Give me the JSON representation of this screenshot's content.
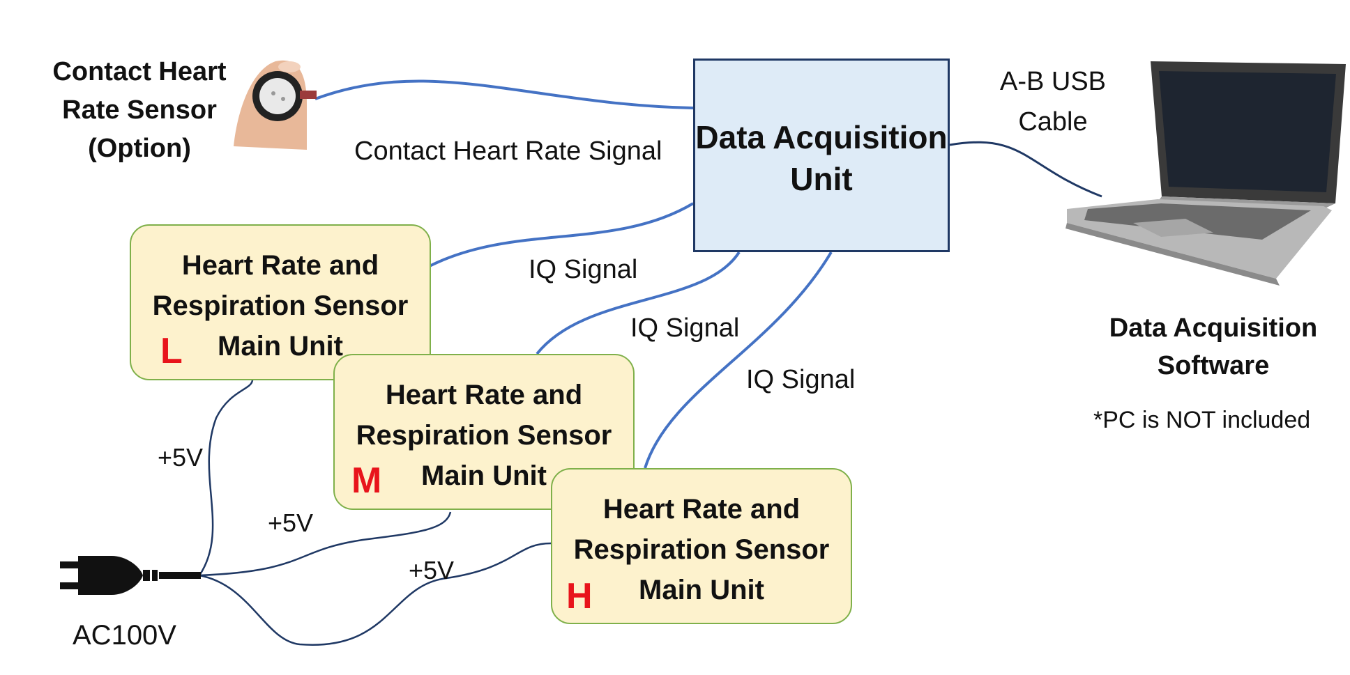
{
  "sensor": {
    "label": "Contact Heart\nRate Sensor\n(Option)",
    "signal_label": "Contact Heart Rate Signal"
  },
  "dau": {
    "label": "Data Acquisition\nUnit"
  },
  "usb": {
    "label": "A-B USB\nCable"
  },
  "software": {
    "label": "Data  Acquisition\nSoftware",
    "note": "*PC is NOT included"
  },
  "units": [
    {
      "title": "Heart Rate and\nRespiration Sensor\nMain Unit",
      "letter": "L",
      "iq_label": "IQ Signal",
      "power_label": "+5V"
    },
    {
      "title": "Heart Rate and\nRespiration Sensor\nMain Unit",
      "letter": "M",
      "iq_label": "IQ Signal",
      "power_label": "+5V"
    },
    {
      "title": "Heart Rate and\nRespiration Sensor\nMain Unit",
      "letter": "H",
      "iq_label": "IQ Signal",
      "power_label": "+5V"
    }
  ],
  "power": {
    "label": "AC100V"
  },
  "colors": {
    "signal_wire": "#4472c4",
    "power_wire": "#1f3864",
    "unit_fill": "#fdf2cd",
    "unit_border": "#7fb04a",
    "dau_fill": "#deebf7",
    "letter": "#e8141b"
  },
  "icons": [
    "finger-sensor-icon",
    "laptop-icon",
    "power-plug-icon"
  ]
}
